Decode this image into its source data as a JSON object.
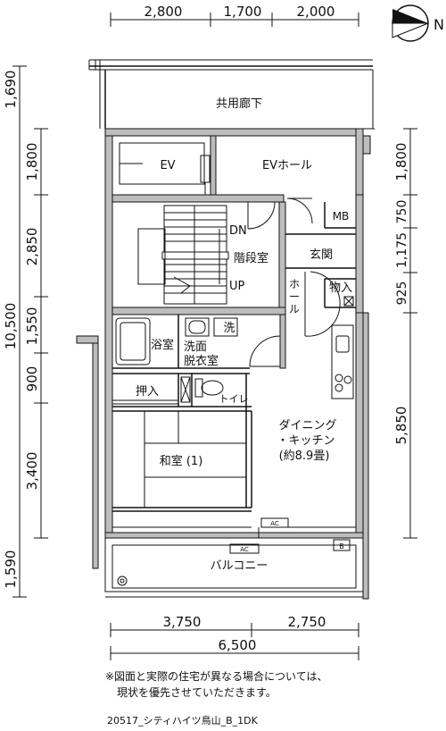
{
  "top_dims": [
    "2,800",
    "1,700",
    "2,000"
  ],
  "left_dims": {
    "d1690": "1,690",
    "d1800": "1,800",
    "d2850": "2,850",
    "d10500": "10,500",
    "d1550": "1,550",
    "d900": "900",
    "d3400": "3,400",
    "d1590": "1,590"
  },
  "right_dims": {
    "d1800": "1,800",
    "d750": "750",
    "d1175": "1,175",
    "d925": "925",
    "d5850": "5,850"
  },
  "bottom_dims": {
    "left": "3,750",
    "right": "2,750",
    "total": "6,500"
  },
  "compass_label": "N",
  "rooms": {
    "corridor": "共用廊下",
    "ev": "EV",
    "ev_hall": "EVホール",
    "mb": "MB",
    "dn": "DN",
    "up": "UP",
    "stairwell": "階段室",
    "genkan": "玄関",
    "hall_1": "ホ",
    "hall_2": "ー",
    "hall_3": "ル",
    "storage": "物入",
    "bath": "浴室",
    "wash": "洗",
    "dressing_1": "洗面",
    "dressing_2": "脱衣室",
    "closet": "押入",
    "toilet": "トイレ",
    "dining_1": "ダイニング",
    "dining_2": "・キッチン",
    "dining_3": "(約8.9畳)",
    "washitsu": "和室 (1)",
    "balcony": "バルコニー",
    "ac": "AC",
    "b": "B"
  },
  "notes": {
    "line1": "※図面と実際の住宅が異なる場合については、",
    "line2": "現状を優先させていただきます。"
  },
  "plan_code": "20517_シティハイツ鳥山_B_1DK"
}
